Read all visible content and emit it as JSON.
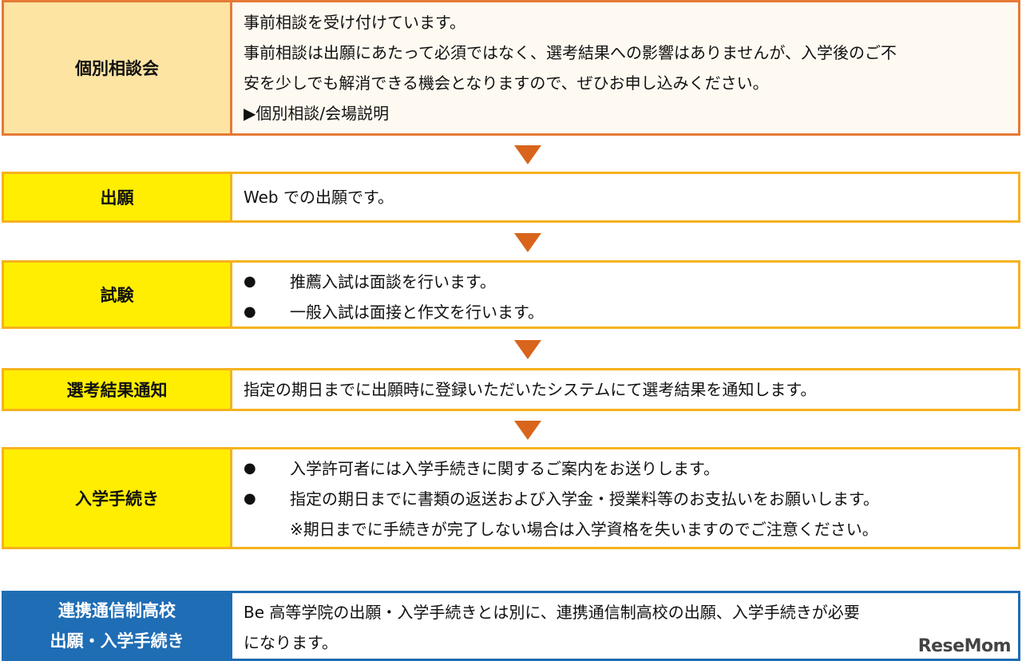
{
  "steps": [
    {
      "label": "個別相談会",
      "lines": [
        "事前相談を受け付けています。",
        "事前相談は出願にあたって必須ではなく、選考結果への影響はありませんが、入学後のご不",
        "安を少しでも解消できる機会となりますので、ぜひお申し込みください。",
        "▶個別相談/会場説明"
      ]
    },
    {
      "label": "出願",
      "lines": [
        "Web での出願です。"
      ]
    },
    {
      "label": "試験",
      "bullet": "●",
      "bullets": [
        "推薦入試は面談を行います。",
        "一般入試は面接と作文を行います。"
      ]
    },
    {
      "label": "選考結果通知",
      "lines": [
        "指定の期日までに出願時に登録いただいたシステムにて選考結果を通知します。"
      ]
    },
    {
      "label": "入学手続き",
      "bullet": "●",
      "bullets": [
        "入学許可者には入学手続きに関するご案内をお送りします。",
        "指定の期日までに書類の返送および入学金・授業料等のお支払いをお願いします。"
      ],
      "note": "※期日までに手続きが完了しない場合は入学資格を失いますのでご注意ください。"
    }
  ],
  "partner": {
    "label_line1": "連携通信制高校",
    "label_line2": "出願・入学手続き",
    "lines": [
      "Be 高等学院の出願・入学手続きとは別に、連携通信制高校の出願、入学手続きが必要",
      "になります。"
    ]
  },
  "watermark": "ReseMom",
  "colors": {
    "orange_border": "#e57a35",
    "orange_fill": "#fde4a3",
    "yellow_border": "#f5b21e",
    "yellow_fill": "#ffee00",
    "blue": "#1f6db4",
    "arrow": "#d8651b"
  }
}
